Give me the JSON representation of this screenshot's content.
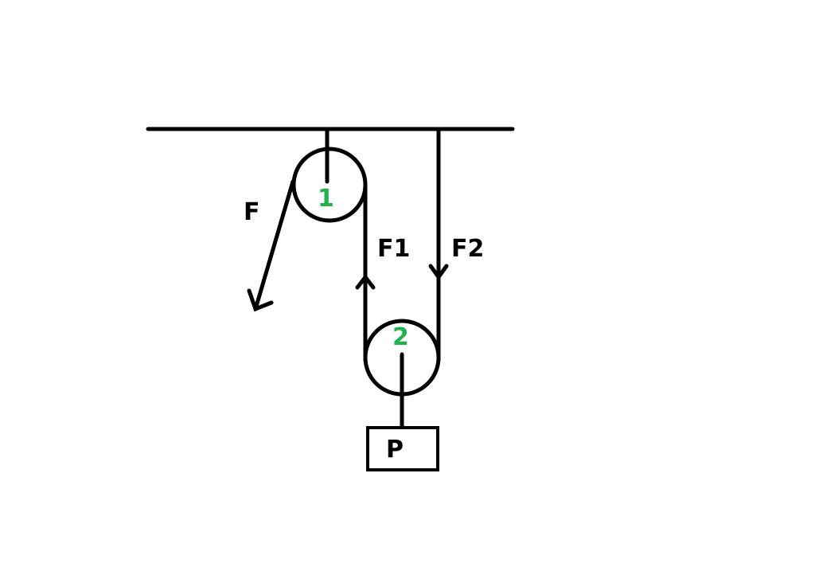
{
  "diagram": {
    "type": "pulley-system",
    "pulleys": [
      {
        "label": "1"
      },
      {
        "label": "2"
      }
    ],
    "forces": {
      "applied": "F",
      "rope_left": "F1",
      "rope_right": "F2"
    },
    "load": "P"
  },
  "colors": {
    "stroke": "#000000",
    "pulley_label": "#22b14c",
    "background": "#ffffff"
  }
}
